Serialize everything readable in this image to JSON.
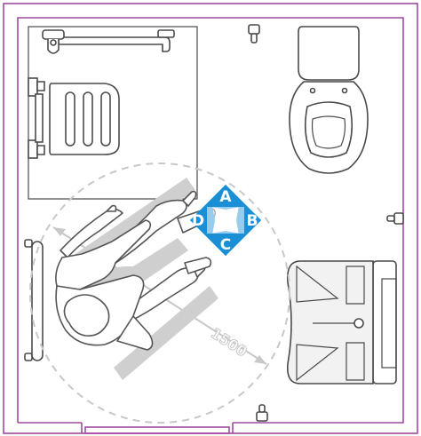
{
  "diagram": {
    "turning_dimension": "1500",
    "zones": [
      {
        "id": "zone-a",
        "label": "A"
      },
      {
        "id": "zone-b",
        "label": "B"
      },
      {
        "id": "zone-c",
        "label": "C"
      },
      {
        "id": "zone-d",
        "label": "D"
      }
    ],
    "colors": {
      "wall": "#a04aa0",
      "zone": "#1a8fd6",
      "fixture_stroke": "#4a4a4a",
      "dashed_circle": "#c8c8c8"
    },
    "icons": [
      "toilet-icon",
      "fold-down-shower-seat-icon",
      "washbasin-icon",
      "grab-rail-icon",
      "wheelchair-user-icon",
      "towel-hook-icon",
      "door-opening-icon"
    ]
  }
}
